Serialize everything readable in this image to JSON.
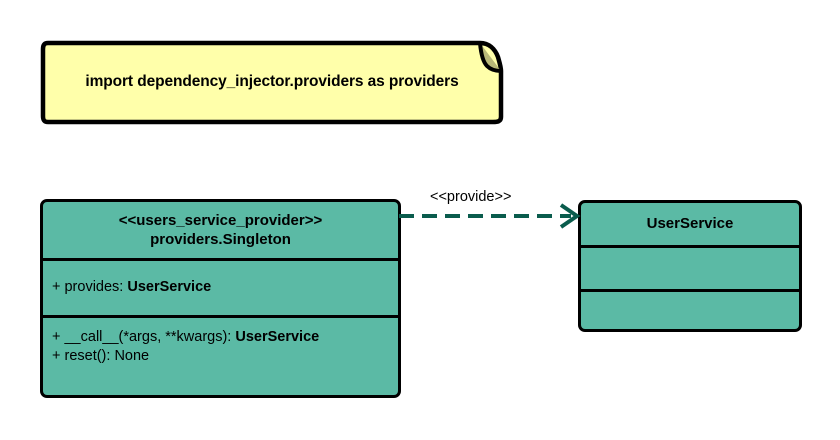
{
  "diagram": {
    "type": "uml-class-diagram",
    "background_color": "#ffffff",
    "note": {
      "text": "import dependency_injector.providers as providers",
      "fill_color": "#ffffaa",
      "border_color": "#000000",
      "fold_color": "#b8b878"
    },
    "classes": [
      {
        "id": "users_service_provider",
        "stereotype": "<<users_service_provider>>",
        "name": "providers.Singleton",
        "fill_color": "#5bbaa5",
        "border_color": "#000000",
        "attributes": [
          {
            "visibility": "+",
            "label": "+ provides: ",
            "type": "UserService"
          }
        ],
        "operations": [
          {
            "visibility": "+",
            "label": "+ __call__(*args, **kwargs): ",
            "type": "UserService"
          },
          {
            "visibility": "+",
            "label": "+ reset(): None",
            "type": ""
          }
        ]
      },
      {
        "id": "user_service",
        "stereotype": "",
        "name": "UserService",
        "fill_color": "#5bbaa5",
        "border_color": "#000000",
        "attributes": [],
        "operations": []
      }
    ],
    "relationships": [
      {
        "id": "provide",
        "label": "<<provide>>",
        "style": "dashed",
        "arrowhead": "open",
        "color": "#0a5c4d",
        "source": "users_service_provider",
        "target": "user_service"
      }
    ]
  }
}
